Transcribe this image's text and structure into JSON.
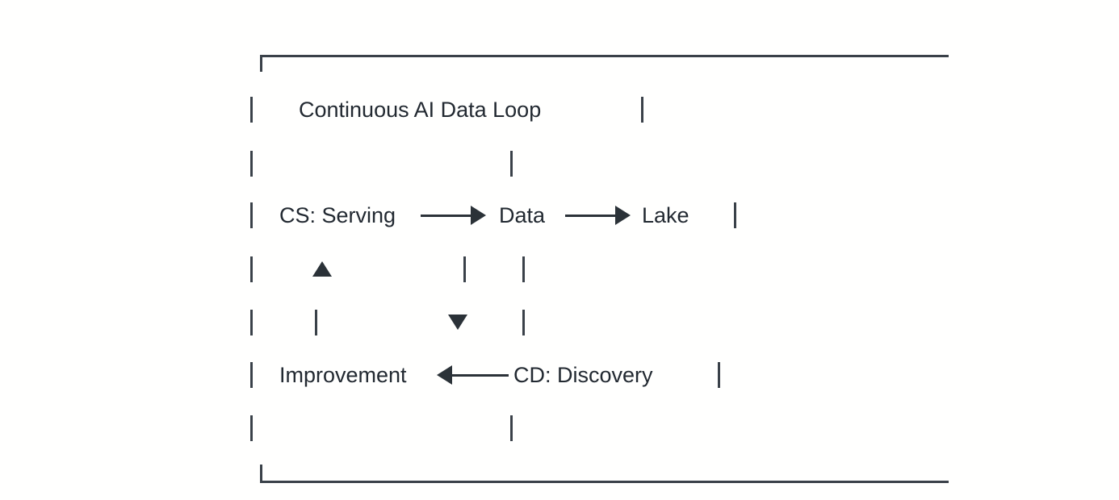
{
  "diagram": {
    "title": "Continuous AI Data Loop",
    "type": "ascii-flow-diagram",
    "frame": {
      "style": "partial-bracket",
      "line_color": "#3a4149",
      "corners": [
        "top-left",
        "bottom-left"
      ]
    },
    "colors": {
      "background": "#fffffe",
      "text": "#222931",
      "line": "#3a4149",
      "arrow": "#2b3238"
    },
    "nodes": [
      {
        "id": "cs-serving",
        "label": "CS: Serving"
      },
      {
        "id": "data",
        "label": "Data"
      },
      {
        "id": "lake",
        "label": "Lake"
      },
      {
        "id": "cd-discovery",
        "label": "CD: Discovery"
      },
      {
        "id": "improvement",
        "label": "Improvement"
      }
    ],
    "edges": [
      {
        "from": "cs-serving",
        "to": "data",
        "direction": "right"
      },
      {
        "from": "data",
        "to": "lake",
        "direction": "right"
      },
      {
        "from": "cd-discovery",
        "to": "improvement",
        "direction": "left"
      },
      {
        "from": "improvement",
        "to": "cs-serving",
        "direction": "up"
      },
      {
        "from": "lake",
        "to": "cd-discovery",
        "direction": "down"
      }
    ],
    "glyphs": {
      "pipe": "|",
      "arrow_right": "▶",
      "arrow_left": "◀",
      "arrow_up": "▲",
      "arrow_down": "▼"
    },
    "rows": [
      {
        "index": 1,
        "content": "|   Continuous AI Data Loop   |"
      },
      {
        "index": 2,
        "content": "|              |"
      },
      {
        "index": 3,
        "content": "|  CS: Serving ——▶ Data ——▶ Lake   |"
      },
      {
        "index": 4,
        "content": "|   ▲        |   |"
      },
      {
        "index": 5,
        "content": "|   |     ▼   |"
      },
      {
        "index": 6,
        "content": "|  Improvement ◀—— CD: Discovery   |"
      },
      {
        "index": 7,
        "content": "|              |"
      }
    ]
  }
}
